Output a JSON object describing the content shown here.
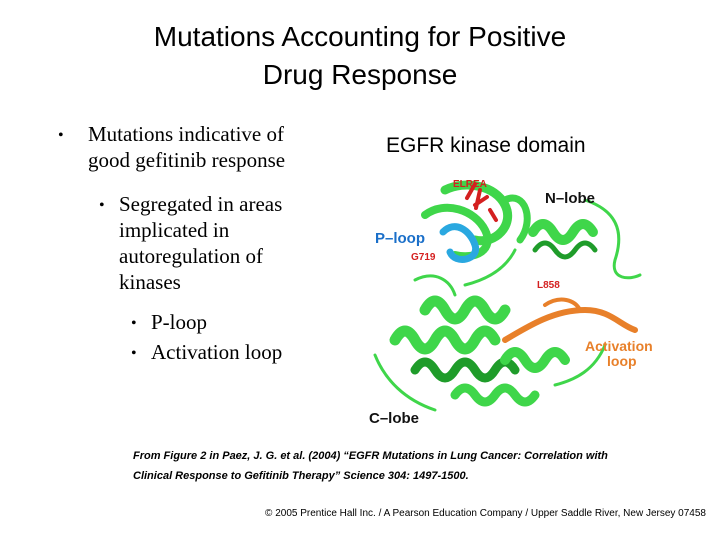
{
  "slide": {
    "title_lines": [
      "Mutations Accounting for Positive",
      "Drug Response"
    ],
    "bullet1_lines": [
      "Mutations indicative of",
      "good gefitinib response"
    ],
    "bullet2_lines": [
      "Segregated in areas",
      "implicated in",
      "autoregulation of",
      "kinases"
    ],
    "bullet3a": "P-loop",
    "bullet3b": "Activation loop",
    "bullet_glyph": "•",
    "figure_label": "EGFR kinase domain",
    "figure_annotations": {
      "elrea": "ELREA",
      "n_lobe": "N–lobe",
      "p_loop": "P–loop",
      "g719": "G719",
      "l858": "L858",
      "activation_loop": [
        "Activation",
        "loop"
      ],
      "c_lobe": "C–lobe"
    },
    "caption_lines": [
      "From Figure 2 in Paez, J. G.  et al.  (2004) “EGFR Mutations in Lung Cancer: Correlation with",
      "Clinical Response to Gefitinib Therapy” Science 304: 1497-1500."
    ],
    "copyright": "© 2005 Prentice Hall Inc. / A Pearson Education Company / Upper Saddle River, New Jersey 07458"
  },
  "colors": {
    "protein_green": "#3fd64a",
    "protein_dark_green": "#1f9c2a",
    "elrea_red": "#d42020",
    "p_loop_blue": "#2aa8e0",
    "activation_orange": "#e8802a",
    "label_blue": "#1a6fc9"
  }
}
